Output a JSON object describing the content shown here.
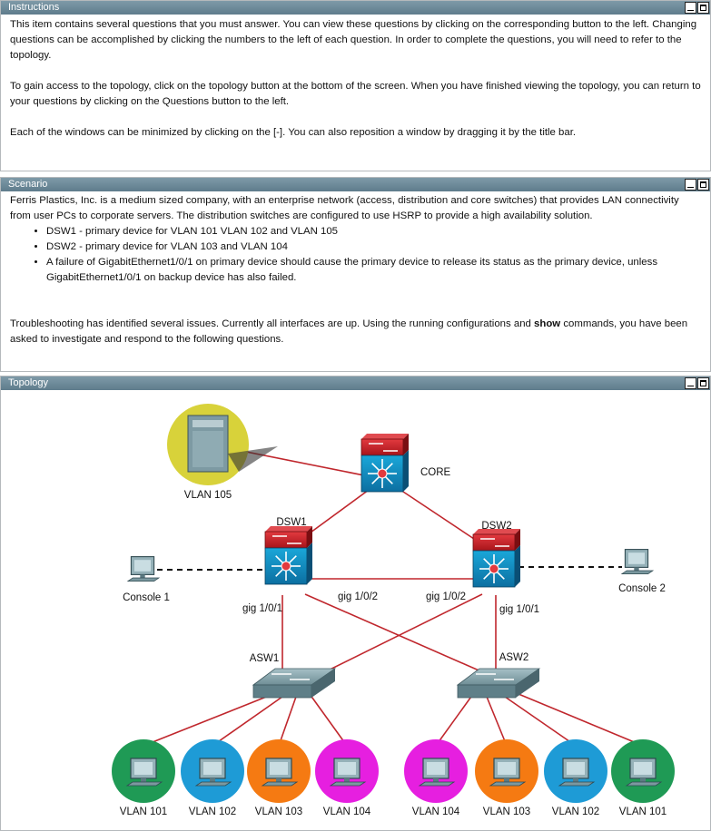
{
  "instructions": {
    "title": "Instructions",
    "paragraphs": [
      "This item contains several questions that you must answer. You can view these questions by clicking on the corresponding button to the left. Changing questions can be accomplished by clicking the numbers to the left of each question. In order to complete the questions, you will need to refer to the topology.",
      "To gain access to the topology, click on the topology button at the bottom of the screen. When you have finished viewing the topology, you can return to your questions by clicking on the Questions button to the left.",
      "Each of the windows can be minimized by clicking on the [-]. You can also reposition a window by dragging it by the title bar."
    ]
  },
  "scenario": {
    "title": "Scenario",
    "intro": "Ferris Plastics, Inc. is a medium sized company, with an enterprise network (access, distribution and core switches) that provides LAN connectivity from user PCs to corporate servers.  The distribution switches are configured to use HSRP to provide a high availability solution.",
    "bullets": [
      "DSW1 - primary device for VLAN 101 VLAN 102 and VLAN 105",
      "DSW2 - primary device for VLAN 103 and VLAN 104",
      "A failure of GigabitEthernet1/0/1 on primary device should cause the primary device to release its status as the primary device, unless GigabitEthernet1/0/1 on backup device has also failed."
    ],
    "closing_pre": "Troubleshooting has identified several issues. Currently all interfaces are up. Using the running configurations and ",
    "closing_bold": "show",
    "closing_post": " commands, you have been asked to investigate and respond to the following questions."
  },
  "topology": {
    "title": "Topology",
    "labels": {
      "server": "VLAN 105",
      "core": "CORE",
      "dsw1": "DSW1",
      "dsw2": "DSW2",
      "console1": "Console 1",
      "console2": "Console 2",
      "dsw1_g101": "gig 1/0/1",
      "dsw1_g102": "gig 1/0/2",
      "dsw2_g102": "gig 1/0/2",
      "dsw2_g101": "gig 1/0/1",
      "asw1": "ASW1",
      "asw2": "ASW2"
    },
    "pcs": [
      {
        "label": "VLAN 101",
        "color": "#1f9a55"
      },
      {
        "label": "VLAN 102",
        "color": "#1e9bd6"
      },
      {
        "label": "VLAN 103",
        "color": "#f57a12"
      },
      {
        "label": "VLAN 104",
        "color": "#e61fe0"
      },
      {
        "label": "VLAN 104",
        "color": "#e61fe0"
      },
      {
        "label": "VLAN 103",
        "color": "#f57a12"
      },
      {
        "label": "VLAN 102",
        "color": "#1e9bd6"
      },
      {
        "label": "VLAN 101",
        "color": "#1f9a55"
      }
    ],
    "server_color": "#d8d23a",
    "link_color": "#c0272d"
  }
}
